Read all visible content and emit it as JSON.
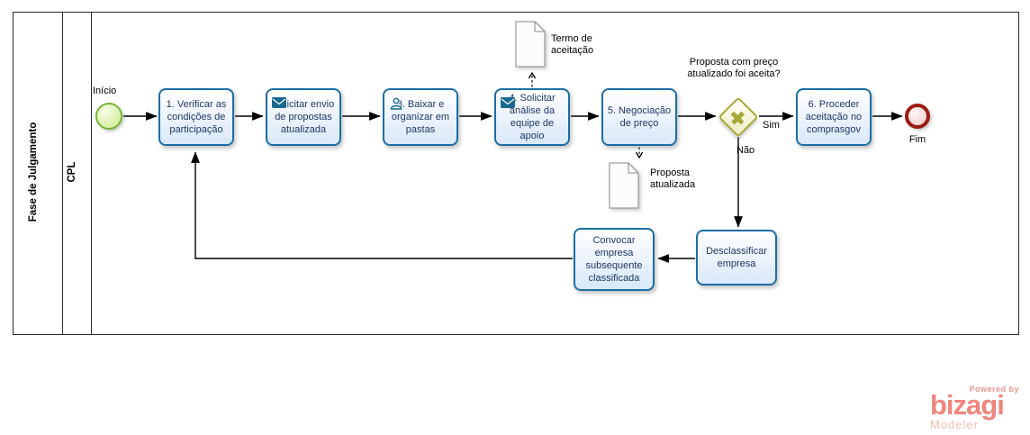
{
  "pool": {
    "title": "Fase de Julgamento",
    "lane": "CPL"
  },
  "events": {
    "start_label": "Início",
    "end_label": "Fim"
  },
  "tasks": [
    {
      "id": "task-1",
      "label": "1. Verificar as condições de participação",
      "icon": "none"
    },
    {
      "id": "task-2",
      "label": "Solicitar envio de propostas atualizada",
      "icon": "envelope-icon"
    },
    {
      "id": "task-3",
      "label": "3. Baixar e organizar em pastas",
      "icon": "user-icon"
    },
    {
      "id": "task-4",
      "label": "4. Solicitar análise da equipe de apoio",
      "icon": "envelope-icon"
    },
    {
      "id": "task-5",
      "label": "5. Negociação de preço",
      "icon": "none"
    },
    {
      "id": "task-6",
      "label": "6. Proceder aceitação no comprasgov",
      "icon": "none"
    },
    {
      "id": "task-desclassificar",
      "label": "Desclassificar empresa",
      "icon": "none"
    },
    {
      "id": "task-convocar",
      "label": "Convocar empresa subsequente classificada",
      "icon": "none"
    }
  ],
  "gateway": {
    "question": "Proposta com preço atualizado foi aceita?",
    "yes_label": "Sim",
    "no_label": "Não"
  },
  "documents": [
    {
      "label": "Termo de aceitação"
    },
    {
      "label": "Proposta atualizada"
    }
  ],
  "branding": {
    "powered_by": "Powered by",
    "brand": "bizagi",
    "product": "Modeler"
  },
  "colors": {
    "task_border": "#1c6ea4",
    "task_text": "#1f3864",
    "start_event": "#77b33c",
    "end_event": "#9a1c14",
    "gateway": "#a8a83a",
    "icon_blue": "#19688f",
    "brand_salmon": "#ee867d"
  }
}
